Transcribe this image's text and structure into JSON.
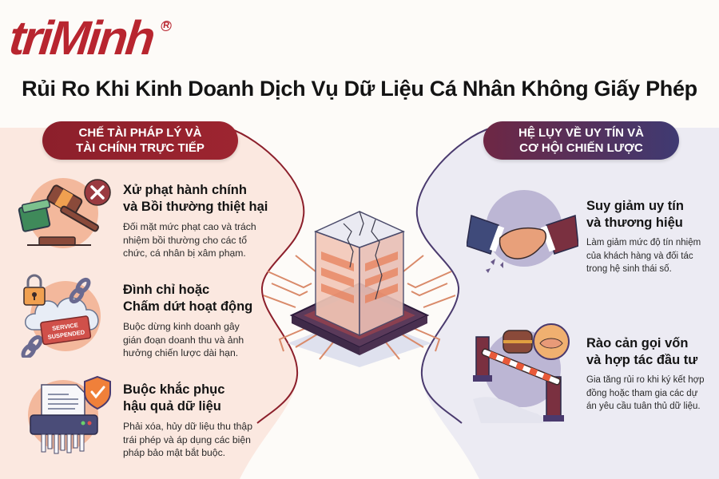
{
  "brand": {
    "logo_text": "triMinh",
    "registered_mark": "R",
    "color": "#b8252f"
  },
  "page_title": "Rủi Ro Khi Kinh Doanh Dịch Vụ Dữ Liệu Cá Nhân Không Giấy Phép",
  "left_section": {
    "heading_line1": "CHẾ TÀI PHÁP LÝ VÀ",
    "heading_line2": "TÀI CHÍNH TRỰC TIẾP",
    "color": "#8c1f2b",
    "background": "#fbe9e1",
    "items": [
      {
        "title_line1": "Xử phạt hành chính",
        "title_line2": "và Bồi thường thiệt hại",
        "desc_line1": "Đối mặt mức phạt cao và trách",
        "desc_line2": "nhiệm bồi thường cho các tổ",
        "desc_line3": "chức, cá nhân bị xâm phạm.",
        "icon": "gavel-money-icon"
      },
      {
        "title_line1": "Đình chỉ hoặc",
        "title_line2": "Chấm dứt hoạt động",
        "desc_line1": "Buộc dừng kinh doanh gây",
        "desc_line2": "gián đoạn doanh thu và ảnh",
        "desc_line3": "hưởng chiến lược dài hạn.",
        "icon": "service-suspended-icon",
        "icon_label_1": "SERVICE",
        "icon_label_2": "SUSPENDED"
      },
      {
        "title_line1": "Buộc khắc phục",
        "title_line2": "hậu quả dữ liệu",
        "desc_line1": "Phải xóa, hủy dữ liệu thu thập",
        "desc_line2": "trái phép và áp dụng các biện",
        "desc_line3": "pháp bảo mật bắt buộc.",
        "icon": "shredder-shield-icon"
      }
    ]
  },
  "right_section": {
    "heading_line1": "HỆ LỤY VỀ UY TÍN VÀ",
    "heading_line2": "CƠ HỘI CHIẾN LƯỢC",
    "color": "#4a3a6e",
    "background": "#ecebf3",
    "items": [
      {
        "title_line1": "Suy giảm uy tín",
        "title_line2": "và thương hiệu",
        "desc_line1": "Làm giảm mức độ tín nhiệm",
        "desc_line2": "của khách hàng và đối tác",
        "desc_line3": "trong hệ sinh thái số.",
        "icon": "broken-handshake-icon"
      },
      {
        "title_line1": "Rào cản gọi vốn",
        "title_line2": "và hợp tác đầu tư",
        "desc_line1": "Gia tăng rủi ro khi ký kết hợp",
        "desc_line2": "đồng hoặc tham gia các dự",
        "desc_line3": "án yêu cầu tuân thủ dữ liệu.",
        "icon": "barrier-treasure-icon"
      }
    ]
  },
  "center_illustration": {
    "icon": "cracked-server-chip-icon"
  }
}
